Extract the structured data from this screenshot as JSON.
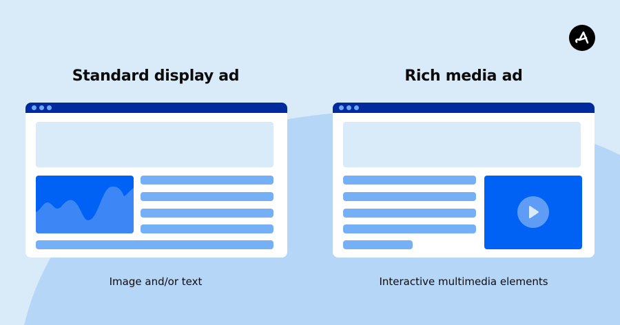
{
  "brand": {
    "logo_icon": "brand-a-logo-icon"
  },
  "panels": [
    {
      "title": "Standard display ad",
      "caption": "Image and/or text",
      "media": "image-chart-placeholder"
    },
    {
      "title": "Rich media ad",
      "caption": "Interactive multimedia elements",
      "media": "video-play-placeholder"
    }
  ],
  "colors": {
    "background": "#d9ebf9",
    "background_shape": "#b6d6f7",
    "window_bar": "#002a9e",
    "window_dots": "#6ea8f7",
    "placeholder_light": "#d9ebf9",
    "text_lines": "#75aff6",
    "media_blue": "#0062f5",
    "chart_area": "#3d86f5",
    "play_circle": "#5f9cf6",
    "play_triangle": "#d9ebf9"
  }
}
